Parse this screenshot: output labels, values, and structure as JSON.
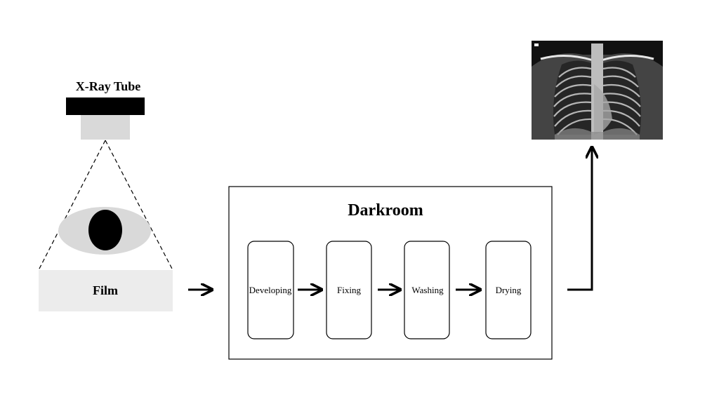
{
  "xray_tube": {
    "label": "X-Ray Tube"
  },
  "film": {
    "label": "Film"
  },
  "darkroom": {
    "title": "Darkroom",
    "steps": [
      {
        "label": "Developing"
      },
      {
        "label": "Fixing"
      },
      {
        "label": "Washing"
      },
      {
        "label": "Drying"
      }
    ]
  },
  "colors": {
    "tube_head": "#000000",
    "tube_collimator": "#d9d9d9",
    "patient_body": "#d9d9d9",
    "patient_organ": "#000000",
    "film": "#ececec",
    "stroke": "#000000"
  }
}
